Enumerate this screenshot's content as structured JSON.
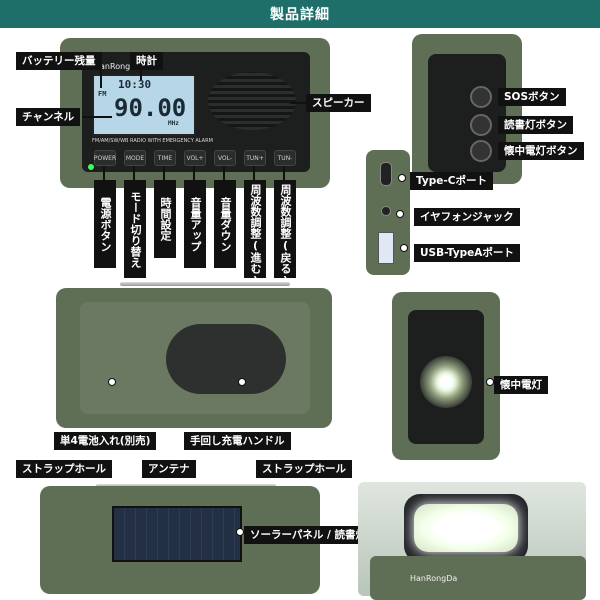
{
  "header": {
    "title": "製品詳細"
  },
  "labels": {
    "battery": "バッテリー残量",
    "clock": "時計",
    "channel": "チャンネル",
    "speaker": "スピーカー",
    "power": "電源ボタン",
    "mode": "モード切り替え",
    "time_set": "時間設定",
    "vol_up": "音量アップ",
    "vol_down": "音量ダウン",
    "tune_forward": "周波数調整(進む)",
    "tune_back": "周波数調整(戻る)",
    "sos": "SOSボタン",
    "reading_btn": "読書灯ボタン",
    "flashlight_btn": "懐中電灯ボタン",
    "typec": "Type-Cポート",
    "earphone": "イヤフォンジャック",
    "usba": "USB-TypeAポート",
    "battery_compartment": "単4電池入れ(別売)",
    "crank": "手回し充電ハンドル",
    "flashlight": "懐中電灯",
    "strap_left": "ストラップホール",
    "antenna": "アンテナ",
    "strap_right": "ストラップホール",
    "solar": "ソーラーパネル / 読書灯"
  },
  "device": {
    "brand": "HanRongDa",
    "lcd_time": "10:30",
    "lcd_freq": "90.00",
    "lcd_unit": "MHz",
    "lcd_band": "FM",
    "strip_text": "FM/AM/SW/WB RADIO WITH EMERGENCY ALARM",
    "buttons": [
      "POWER",
      "MODE",
      "TIME",
      "VOL+",
      "VOL-",
      "TUN+",
      "TUN-"
    ]
  },
  "colors": {
    "header": "#1e6f6a",
    "body": "#5f6f55",
    "label": "#111111"
  }
}
